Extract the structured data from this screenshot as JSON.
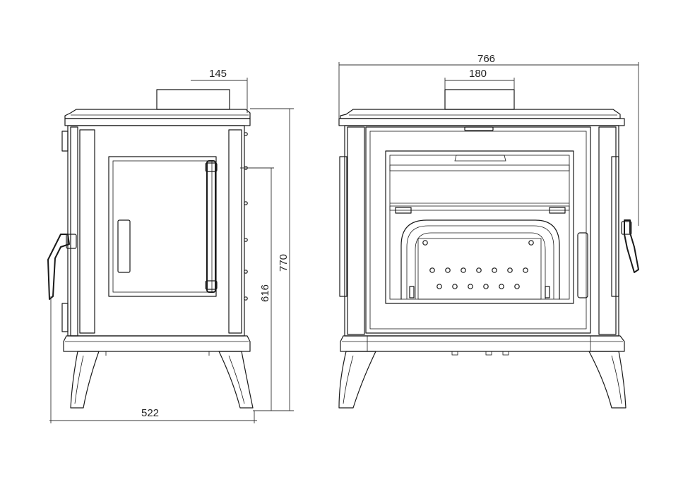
{
  "dimensions": {
    "flue_side": "145",
    "width_total": "766",
    "flue_front": "180",
    "height_total": "770",
    "height_flue": "616",
    "depth": "522"
  },
  "colors": {
    "line": "#1a1a1a",
    "background": "#ffffff"
  }
}
